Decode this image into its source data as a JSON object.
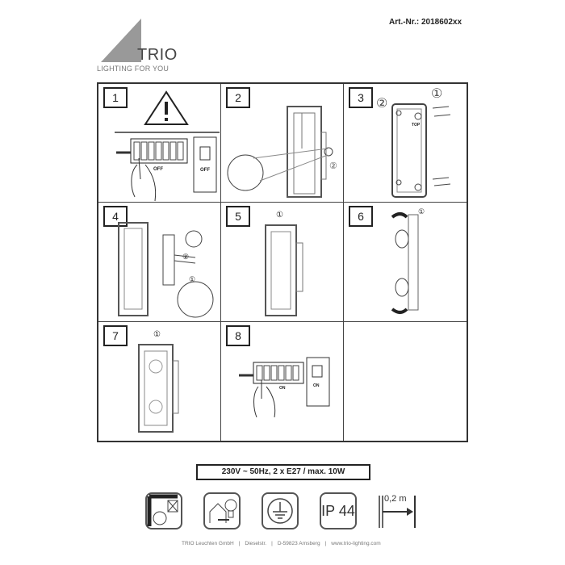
{
  "header": {
    "logo_name": "TRIO",
    "logo_tagline": "LIGHTING FOR YOU",
    "article_number": "Art.-Nr.: 2018602xx"
  },
  "steps": [
    {
      "number": "1",
      "labels": [
        "OFF",
        "OFF"
      ]
    },
    {
      "number": "2",
      "labels": [
        "②"
      ]
    },
    {
      "number": "3",
      "labels": [
        "①",
        "②",
        "TOP"
      ]
    },
    {
      "number": "4",
      "labels": [
        "①",
        "②"
      ]
    },
    {
      "number": "5",
      "labels": [
        "①"
      ]
    },
    {
      "number": "6",
      "labels": [
        "①"
      ]
    },
    {
      "number": "7",
      "labels": [
        "①"
      ]
    },
    {
      "number": "8",
      "labels": [
        "ON",
        "ON"
      ]
    }
  ],
  "spec": "230V ~ 50Hz, 2 x E27 / max. 10W",
  "symbols": {
    "ip_rating": "IP 44",
    "distance": "0,2 m"
  },
  "footer": [
    "TRIO Leuchten GmbH",
    "|",
    "Dieselstr.",
    "|",
    "D-59823 Arnsberg",
    "|",
    "www.trio-lighting.com"
  ]
}
